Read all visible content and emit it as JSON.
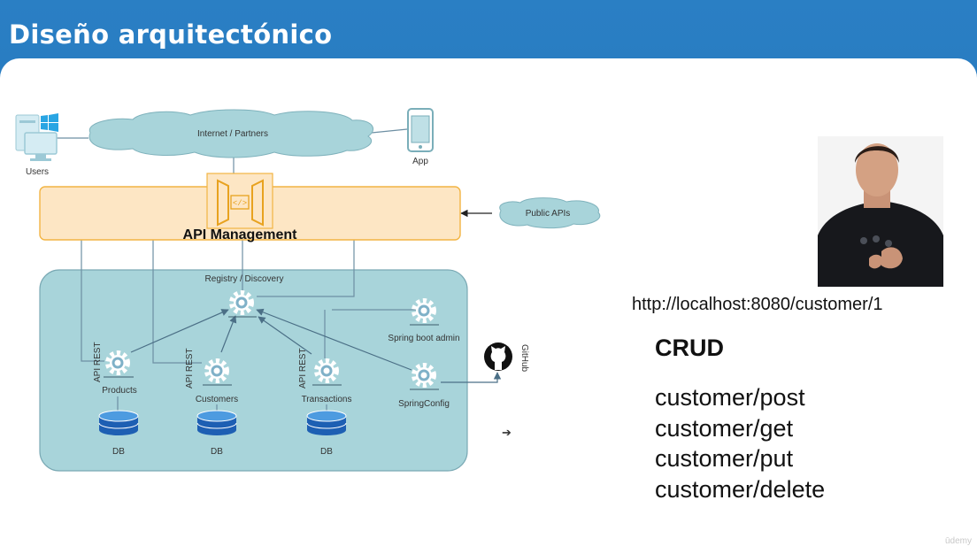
{
  "slide": {
    "title": "Diseño arquitectónico"
  },
  "diagram": {
    "users_label": "Users",
    "internet_label": "Internet / Partners",
    "app_label": "App",
    "api_management_label": "API Management",
    "public_apis_label": "Public APIs",
    "registry_label": "Registry / Discovery",
    "spring_boot_admin_label": "Spring boot admin",
    "spring_config_label": "SpringConfig",
    "github_label": "GitHub",
    "api_rest_label": "API REST",
    "services": [
      {
        "label": "Products",
        "db": "DB"
      },
      {
        "label": "Customers",
        "db": "DB"
      },
      {
        "label": "Transactions",
        "db": "DB"
      }
    ],
    "colors": {
      "cloud": "#a8d4da",
      "api_box": "#fde6c4",
      "api_border": "#f2b443",
      "container": "#a8d4da",
      "gear": "#5a8fa8",
      "db": "#1d5fb3"
    }
  },
  "notes": {
    "url": "http://localhost:8080/customer/1",
    "crud_heading": "CRUD",
    "operations": [
      "customer/post",
      "customer/get",
      "customer/put",
      "customer/delete"
    ]
  },
  "watermark": "ūdemy"
}
